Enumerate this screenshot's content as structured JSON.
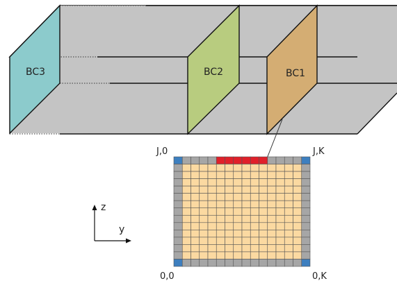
{
  "colors": {
    "duct": "#c4c4c4",
    "bc1": "#d4ad73",
    "bc2": "#b8cc7f",
    "bc3": "#8ccbcc",
    "cell_interior": "#fbd9a1",
    "cell_boundary": "#a6a6a6",
    "cell_corner": "#3d7fbf",
    "cell_highlight": "#e0202a",
    "grid_line": "#555555"
  },
  "planes": {
    "bc1": {
      "label": "BC1"
    },
    "bc2": {
      "label": "BC2"
    },
    "bc3": {
      "label": "BC3"
    }
  },
  "grid": {
    "rows": 15,
    "cols": 16,
    "highlight_row": 0,
    "highlight_cols": [
      5,
      6,
      7,
      8,
      9,
      10
    ],
    "corner_labels": {
      "top_left": "J,0",
      "top_right": "J,K",
      "bottom_left": "0,0",
      "bottom_right": "0,K"
    }
  },
  "axes": {
    "vertical": "z",
    "horizontal": "y"
  }
}
